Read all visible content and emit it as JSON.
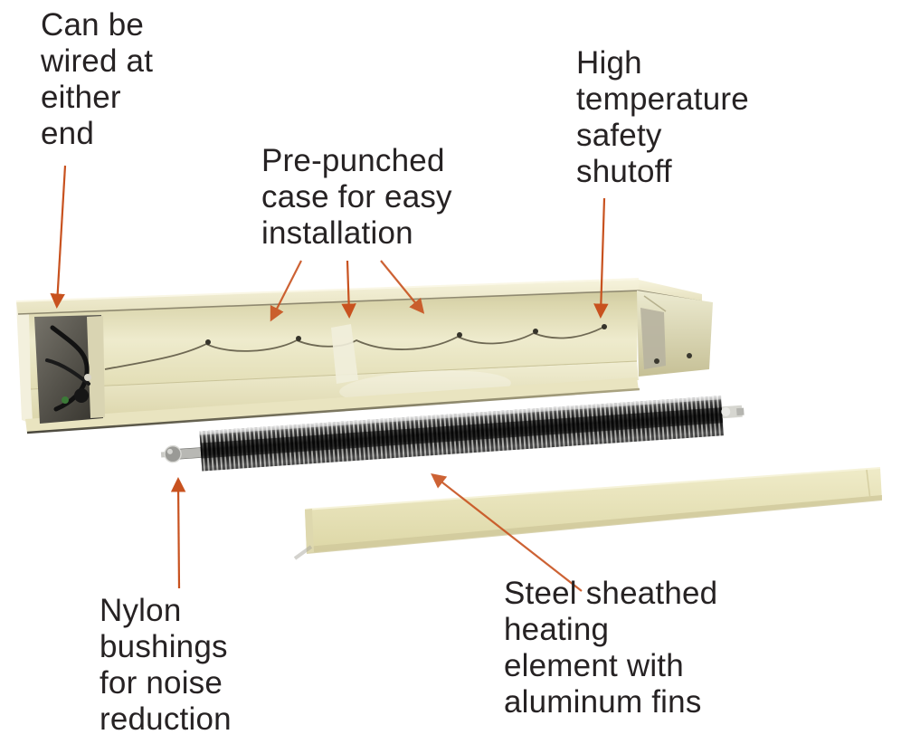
{
  "diagram": {
    "labels": {
      "wiring": "Can be\nwired at\neither\nend",
      "prepunched": "Pre-punched\ncase for easy\ninstallation",
      "safety": "High\ntemperature\nsafety\nshutoff",
      "bushings": "Nylon\nbushings\nfor noise\nreduction",
      "element": "Steel sheathed\nheating\nelement with\naluminum fins"
    }
  },
  "colors": {
    "background": "#ffffff",
    "label_text": "#262223",
    "arrow": "#c8521f",
    "case_cream": "#e9e5c4",
    "panel_cream": "#e7e2b8",
    "element_dark": "#171717",
    "element_fin_light": "#c4c4c0",
    "bushing_gray": "#9a9a96"
  }
}
